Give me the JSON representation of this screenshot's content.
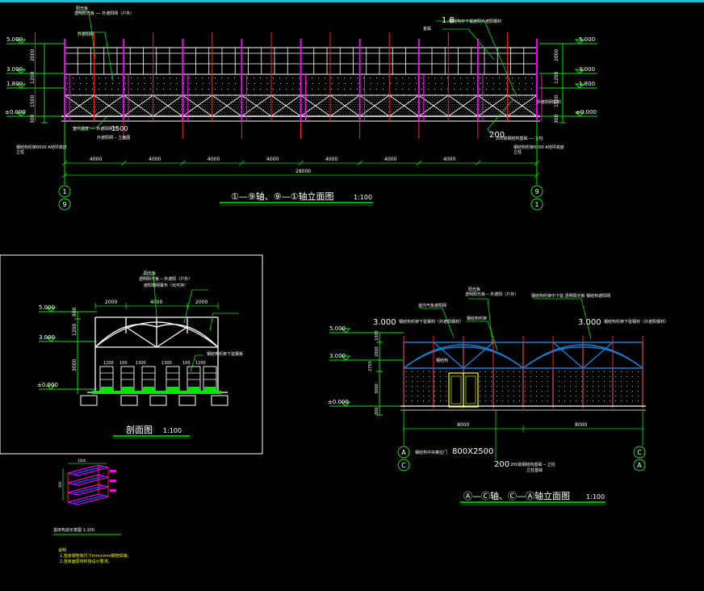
{
  "elev1": {
    "title": "①—⑨轴、⑨—①轴立面图",
    "scale": "1:100",
    "levels": [
      "5.000",
      "3.000",
      "1.800",
      "±0.000"
    ],
    "levels_right": [
      "5.000",
      "3.000",
      "1.800",
      "±0.000"
    ],
    "dims_left": [
      "2000",
      "1200",
      "1500",
      "300"
    ],
    "dims_right": [
      "2000",
      "1200",
      "1500",
      "300"
    ],
    "bays": [
      "4000",
      "4000",
      "4000",
      "4000",
      "4000",
      "4000",
      "4000"
    ],
    "total": "28000",
    "axis_left_top": "1",
    "axis_left_bottom": "9",
    "axis_right_top": "9",
    "axis_right_bottom": "1",
    "note_top": "1.8",
    "note_bottom_right": "200",
    "note_bottom_left": "1500"
  },
  "section": {
    "title": "剖面图",
    "scale": "1:100",
    "levels": [
      "5.000",
      "3.000",
      "±0.000"
    ],
    "dims_top": [
      "2000",
      "4000",
      "2000"
    ],
    "dims_left": [
      "800",
      "1200",
      "3000"
    ],
    "inner_dims": [
      "1200",
      "100",
      "1300",
      "1300",
      "100",
      "1200"
    ]
  },
  "elev2": {
    "title": "Ⓐ—Ⓒ轴、Ⓒ—Ⓐ轴立面图",
    "scale": "1:100",
    "levels": [
      "5.000",
      "3.000",
      "±0.000"
    ],
    "dims_left": [
      "1000",
      "2000",
      "2750",
      "3000",
      "300"
    ],
    "bays": [
      "8000",
      "8000"
    ],
    "axis_left_top": "A",
    "axis_left_bottom": "C",
    "axis_right_top": "C",
    "axis_right_bottom": "A",
    "note_left": "3.000",
    "note_right": "3.000",
    "door": "800X2500",
    "note_bottom": "200"
  },
  "detail": {
    "dims": [
      "1000",
      "300"
    ]
  },
  "colors": {
    "green": "#00e600",
    "white": "#ffffff",
    "magenta": "#ff00ff",
    "red": "#ff2020",
    "blue": "#1a7fd0",
    "yellow": "#ffff00"
  }
}
